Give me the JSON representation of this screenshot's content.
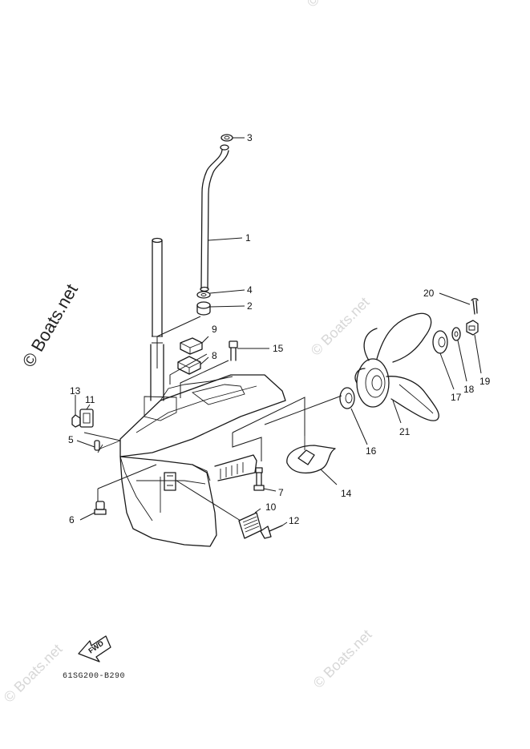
{
  "watermark": {
    "text": "© Boats.net",
    "color": "#d7d7d7"
  },
  "callouts": {
    "p1": "1",
    "p2": "2",
    "p3": "3",
    "p4": "4",
    "p5": "5",
    "p6": "6",
    "p7": "7",
    "p8": "8",
    "p9": "9",
    "p10": "10",
    "p11": "11",
    "p12": "12",
    "p13": "13",
    "p14": "14",
    "p15": "15",
    "p16": "16",
    "p17": "17",
    "p18": "18",
    "p19": "19",
    "p20": "20",
    "p21": "21"
  },
  "direction_label": "FWD",
  "diagram_code": "61SG200-B290"
}
